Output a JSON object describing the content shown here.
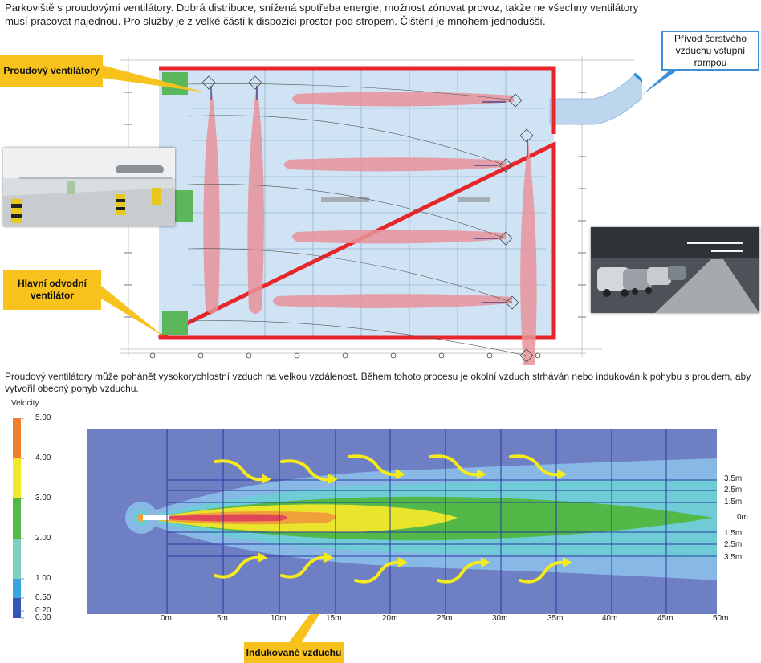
{
  "intro_text": "Parkoviště s proudovými ventilátory. Dobrá distribuce, snížená spotřeba energie, možnost zónovat provoz, takže ne všechny ventilátory musí pracovat najednou. Pro služby je z velké části k dispozici prostor pod stropem. Čištění je mnohem jednodušší.",
  "callouts": {
    "jet_fans": "Proudový ventilátory",
    "main_exhaust": "Hlavní odvodní ventilátor",
    "fresh_air": "Přívod čerstvého vzduchu vstupní rampou",
    "induced_air": "Indukované vzduchu"
  },
  "middle_text": "Proudový ventilátory může pohánět vysokorychlostní vzduch na velkou vzdálenost. Během tohoto procesu je okolní vzduch strháván nebo indukován k pohybu s proudem, aby vytvořil obecný pohyb vzduchu.",
  "velocity_legend": {
    "title": "Velocity",
    "ticks": [
      "5.00",
      "4.00",
      "3.00",
      "2.00",
      "1.00",
      "0.50",
      "0.20",
      "0.00"
    ],
    "colors": [
      "#f07f2f",
      "#f0e92a",
      "#52b848",
      "#7fd0c0",
      "#38a6e0",
      "#3456b8"
    ]
  },
  "x_axis_labels": [
    "0m",
    "5m",
    "10m",
    "15m",
    "20m",
    "25m",
    "30m",
    "35m",
    "40m",
    "45m",
    "50m"
  ],
  "right_axis_labels": [
    "3.5m",
    "2.5m",
    "1.5m",
    "0m",
    "1.5m",
    "2.5m",
    "3.5m"
  ]
}
